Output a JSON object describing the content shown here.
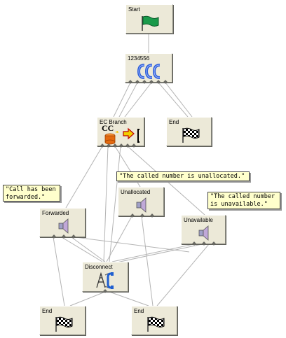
{
  "nodes": {
    "start": {
      "label": "Start",
      "icon": "green-flag-icon"
    },
    "number": {
      "label": "1234556",
      "icon": "ccc-icon"
    },
    "ec_branch": {
      "label": "EC Branch",
      "icon": "ec-branch-icon",
      "icon_text": "CC"
    },
    "end_top": {
      "label": "End",
      "icon": "checkered-flag-icon"
    },
    "forwarded": {
      "label": "Forwarded",
      "icon": "speaker-icon"
    },
    "unallocated": {
      "label": "Unallocated",
      "icon": "speaker-icon"
    },
    "unavailable": {
      "label": "Unavailable",
      "icon": "speaker-icon"
    },
    "disconnect": {
      "label": "Disconnect",
      "icon": "disconnect-phone-icon"
    },
    "end_left": {
      "label": "End",
      "icon": "checkered-flag-icon"
    },
    "end_right": {
      "label": "End",
      "icon": "checkered-flag-icon"
    }
  },
  "notes": {
    "forwarded_line1": "\"Call has been",
    "forwarded_line2": "forwarded.\"",
    "unallocated_line1": "\"The called number is unallocated.\"",
    "unavailable_line1": "\"The called number",
    "unavailable_line2": "is unavailable.\""
  },
  "colors": {
    "node_fill": "#ECE9D8",
    "note_fill": "#FFFFCC",
    "connector": "#b4b4b4",
    "flag_green": "#1a9a4a",
    "ccc_blue": "#2f5fd8"
  }
}
